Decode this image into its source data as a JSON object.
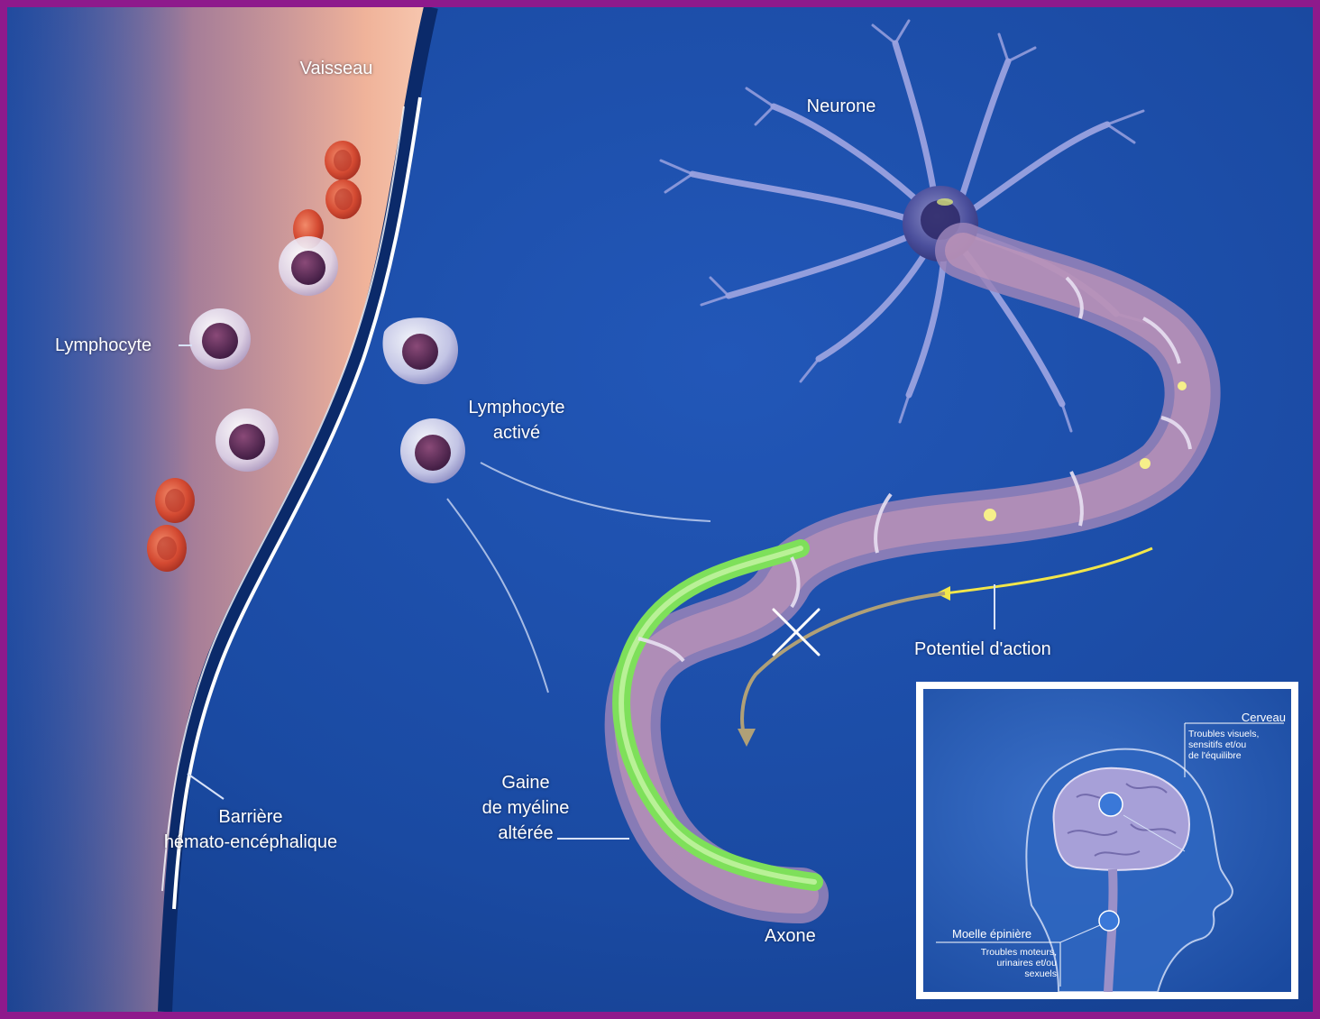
{
  "colors": {
    "background": "#1a4aa0",
    "frame": "#8e1a8c",
    "vessel": "#e8a58f",
    "myelin": "#9a84b8",
    "axon": "#7ee05a",
    "action_arrow": "#f2e64a",
    "blocked_arrow": "#b0a077"
  },
  "icons": [
    "red-blood-cell",
    "lymphocyte",
    "activated-lymphocyte",
    "neuron",
    "myelinated-axon",
    "blocked-signal-cross",
    "head-silhouette",
    "brain"
  ],
  "labels": {
    "vessel": "Vaisseau",
    "neuron": "Neurone",
    "lymphocyte": "Lymphocyte",
    "activated_lymphocyte_1": "Lymphocyte",
    "activated_lymphocyte_2": "activé",
    "action_potential": "Potentiel d'action",
    "myelin_1": "Gaine",
    "myelin_2": "de myéline",
    "myelin_3": "altérée",
    "barrier_1": "Barrière",
    "barrier_2": "hémato-encéphalique",
    "axon": "Axone"
  },
  "inset": {
    "brain": {
      "title": "Cerveau",
      "lines": [
        "Troubles visuels,",
        "sensitifs et/ou",
        "de l'équilibre"
      ]
    },
    "spinal_cord": {
      "title": "Moelle épinière",
      "lines": [
        "Troubles moteurs,",
        "urinaires et/ou",
        "sexuels"
      ]
    }
  }
}
